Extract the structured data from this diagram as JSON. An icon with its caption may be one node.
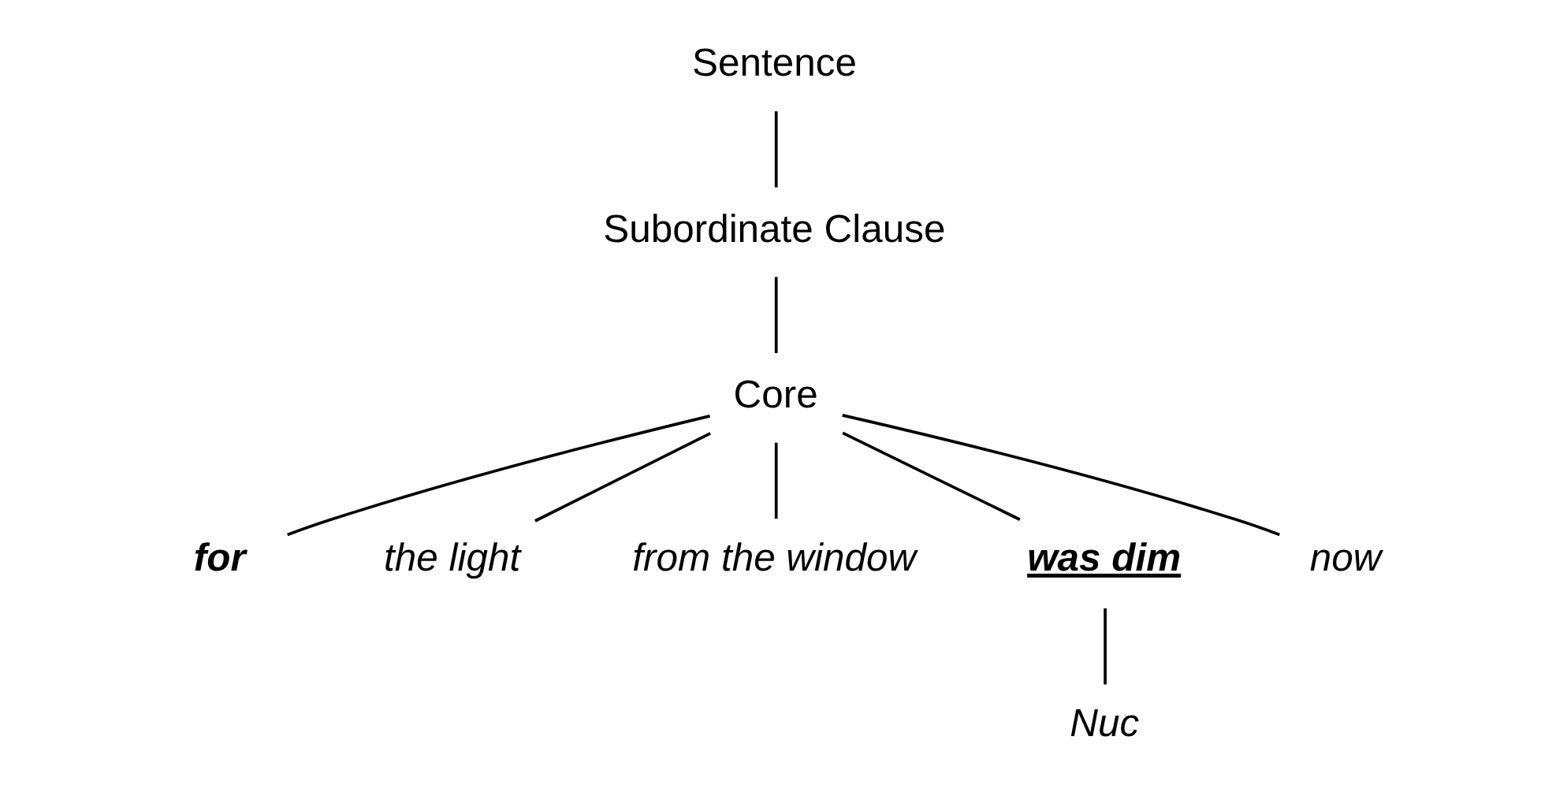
{
  "diagram": {
    "nodes": [
      {
        "text": [
          "Sentence"
        ]
      },
      {
        "text": [
          "Subordinate Clause"
        ]
      },
      {
        "text": [
          "Core"
        ]
      },
      {
        "text": [
          "for"
        ]
      },
      {
        "text": [
          "the light"
        ]
      },
      {
        "text": [
          "from the window"
        ]
      },
      {
        "text": [
          "was dim"
        ]
      },
      {
        "text": [
          "now"
        ]
      },
      {
        "text": [
          "Nuc"
        ]
      }
    ],
    "edges": [
      {
        "from": 0,
        "to": 1,
        "arrow": "none"
      },
      {
        "from": 1,
        "to": 2,
        "arrow": "none"
      },
      {
        "from": 2,
        "to": 3,
        "arrow": "none"
      },
      {
        "from": 2,
        "to": 4,
        "arrow": "none"
      },
      {
        "from": 2,
        "to": 5,
        "arrow": "none"
      },
      {
        "from": 2,
        "to": 6,
        "arrow": "none"
      },
      {
        "from": 2,
        "to": 7,
        "arrow": "none"
      },
      {
        "from": 6,
        "to": 8,
        "arrow": "none"
      }
    ]
  }
}
